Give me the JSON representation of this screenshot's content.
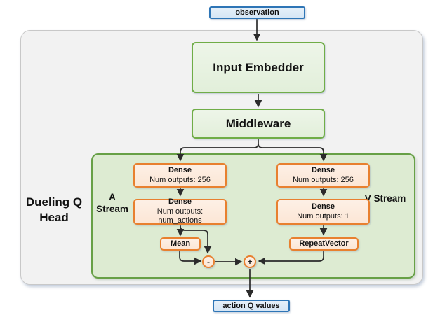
{
  "colors": {
    "canvas_bg": "#ffffff",
    "outer_panel_fill": "#f2f2f2",
    "outer_panel_border": "#c8c8c8",
    "green_panel_fill": "#ddebd2",
    "green_panel_border": "#67a046",
    "green_node_fill": "#e2efda",
    "green_node_border": "#70ad47",
    "orange_node_fill": "#fce6d5",
    "orange_node_border": "#e8802f",
    "blue_node_fill": "#d6e6f5",
    "blue_node_border": "#2e75b6",
    "line_color": "#2b2b2b",
    "text_color": "#111111"
  },
  "labels": {
    "dueling_q_head": "Dueling Q Head",
    "a_stream": "A Stream",
    "v_stream": "V Stream"
  },
  "nodes": {
    "observation": "observation",
    "input_embedder": "Input Embedder",
    "middleware": "Middleware",
    "dense_a1_title": "Dense",
    "dense_a1_subtitle": "Num outputs: 256",
    "dense_a2_title": "Dense",
    "dense_a2_subtitle": "Num outputs: num_actions",
    "dense_v1_title": "Dense",
    "dense_v1_subtitle": "Num outputs: 256",
    "dense_v2_title": "Dense",
    "dense_v2_subtitle": "Num outputs: 1",
    "mean": "Mean",
    "repeat_vector": "RepeatVector",
    "subtract_op": "-",
    "add_op": "+",
    "action_q_values": "action Q values"
  }
}
